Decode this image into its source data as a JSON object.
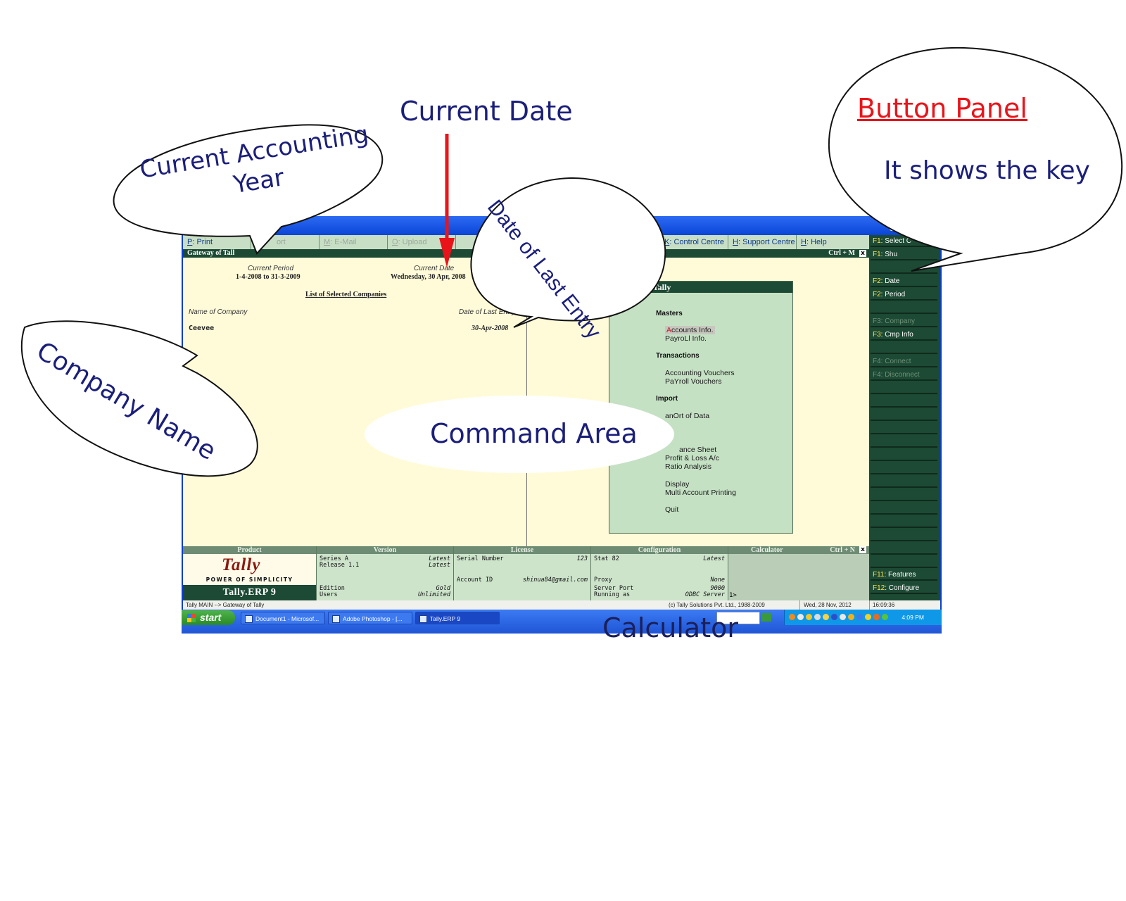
{
  "annotations": {
    "current_date": "Current Date",
    "current_accounting_year_line1": "Current Accounting",
    "current_accounting_year_line2": "Year",
    "date_of_last_entry": "Date of Last Entry",
    "company_name": "Company Name",
    "command_area": "Command Area",
    "calculator": "Calculator",
    "button_panel_title": "Button Panel",
    "button_panel_desc": "It shows the key"
  },
  "toolbar": {
    "print_key": "P",
    "print_label": ": Print",
    "export_label": "ort",
    "email_key": "M",
    "email_label": ": E-Mail",
    "upload_key": "O",
    "upload_label": ": Upload",
    "control_key": "K",
    "control_label": ": Control Centre",
    "support_key": "H",
    "support_label": ": Support Centre",
    "help_key": "H",
    "help_label": ": Help"
  },
  "title_bar": {
    "title": "Gateway of Tall",
    "shortcut": "Ctrl + M",
    "close": "x"
  },
  "left_panel": {
    "current_period_label": "Current Period",
    "current_period_value": "1-4-2008 to 31-3-2009",
    "current_date_label": "Current Date",
    "current_date_value": "Wednesday, 30 Apr, 2008",
    "list_heading": "List of Selected Companies",
    "name_col": "Name of Company",
    "date_col": "Date of Last Entry",
    "company": "Ceevee",
    "last_entry": "30-Apr-2008"
  },
  "gateway": {
    "header": "ateway of Tally",
    "masters": "Masters",
    "accounts_first": "A",
    "accounts_rest": "ccounts Info.",
    "payroll_info": "PayroLl Info.",
    "transactions": "Transactions",
    "accounting_vouchers": "Accounting Vouchers",
    "payroll_vouchers": "PaYroll Vouchers",
    "import": "Import",
    "import_data": "anOrt of Data",
    "balance_sheet": "ance Sheet",
    "profit_loss": "Profit & Loss A/c",
    "ratio": "Ratio Analysis",
    "display": "Display",
    "multi_print": "Multi Account Printing",
    "quit": "Quit"
  },
  "info_strip": {
    "product_head": "Product",
    "logo_word": "Tally",
    "logo_tag": "POWER OF SIMPLICITY",
    "product_name": "Tally.ERP 9",
    "version_head": "Version",
    "series": "Series A",
    "series_val": "Latest",
    "release": "Release 1.1",
    "release_val": "Latest",
    "edition": "Edition",
    "edition_val": "Gold",
    "users": "Users",
    "users_val": "Unlimited",
    "license_head": "License",
    "serial": "Serial Number",
    "serial_val": "123",
    "account_id": "Account ID",
    "account_val": "shinua84@gmail.com",
    "config_head": "Configuration",
    "stat": "Stat   82",
    "stat_val": "Latest",
    "proxy": "Proxy",
    "proxy_val": "None",
    "server_port": "Server Port",
    "server_port_val": "9000",
    "running_as": "Running as",
    "running_as_val": "ODBC Server",
    "calc_head": "Calculator",
    "calc_shortcut": "Ctrl + N",
    "calc_prompt": "1>"
  },
  "status_bar": {
    "path": "Tally MAIN --> Gateway of Tally",
    "copyright": "(c) Tally Solutions Pvt. Ltd., 1988-2009",
    "date": "Wed, 28 Nov, 2012",
    "time": "16:09:36"
  },
  "button_panel": [
    {
      "key": "F1",
      "label": ": Select C",
      "enabled": true
    },
    {
      "key": "F1",
      "label": ": Shu",
      "enabled": true
    },
    {
      "key": "",
      "label": "",
      "enabled": true
    },
    {
      "key": "F2",
      "label": ": Date",
      "enabled": true
    },
    {
      "key": "F2",
      "label": ": Period",
      "enabled": true
    },
    {
      "key": "",
      "label": "",
      "enabled": true
    },
    {
      "key": "F3",
      "label": ": Company",
      "enabled": false
    },
    {
      "key": "F3",
      "label": ": Cmp Info",
      "enabled": true
    },
    {
      "key": "",
      "label": "",
      "enabled": true
    },
    {
      "key": "F4",
      "label": ": Connect",
      "enabled": false
    },
    {
      "key": "F4",
      "label": ": Disconnect",
      "enabled": false
    },
    {
      "key": "F11",
      "label": ": Features",
      "enabled": true
    },
    {
      "key": "F12",
      "label": ": Configure",
      "enabled": true
    }
  ],
  "taskbar": {
    "start": "start",
    "task1": "Document1 - Microsof...",
    "task2": "Adobe Photoshop - [...",
    "task3": "Tally.ERP 9",
    "clock": "4:09 PM"
  }
}
